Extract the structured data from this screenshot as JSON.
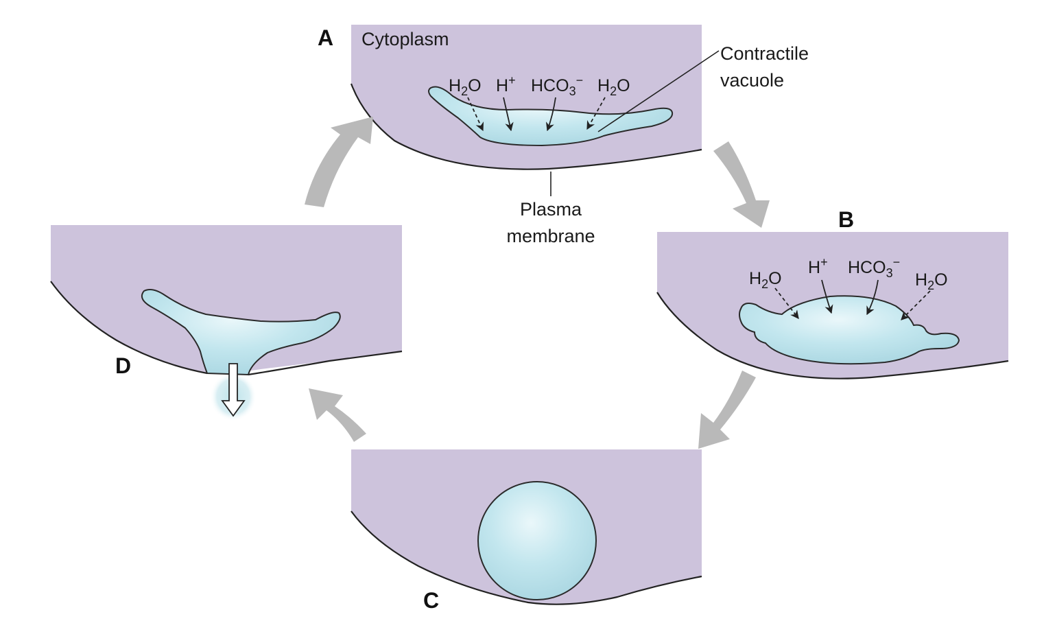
{
  "labels": {
    "cytoplasm": "Cytoplasm",
    "contractile_vacuole_line1": "Contractile",
    "contractile_vacuole_line2": "vacuole",
    "plasma_membrane_line1": "Plasma",
    "plasma_membrane_line2": "membrane"
  },
  "panels": {
    "a": {
      "letter": "A"
    },
    "b": {
      "letter": "B"
    },
    "c": {
      "letter": "C"
    },
    "d": {
      "letter": "D"
    }
  },
  "ions": {
    "water": {
      "base": "H",
      "sub": "2",
      "tail": "O"
    },
    "proton": {
      "base": "H",
      "sup": "+"
    },
    "bicarbonate": {
      "base": "HCO",
      "sub": "3",
      "sup": "−"
    }
  },
  "colors": {
    "cytoplasm": "#cdc3dc",
    "vacuole": "#bde3ea",
    "cycle_arrow": "#b9b9b9",
    "outline": "#222222"
  }
}
